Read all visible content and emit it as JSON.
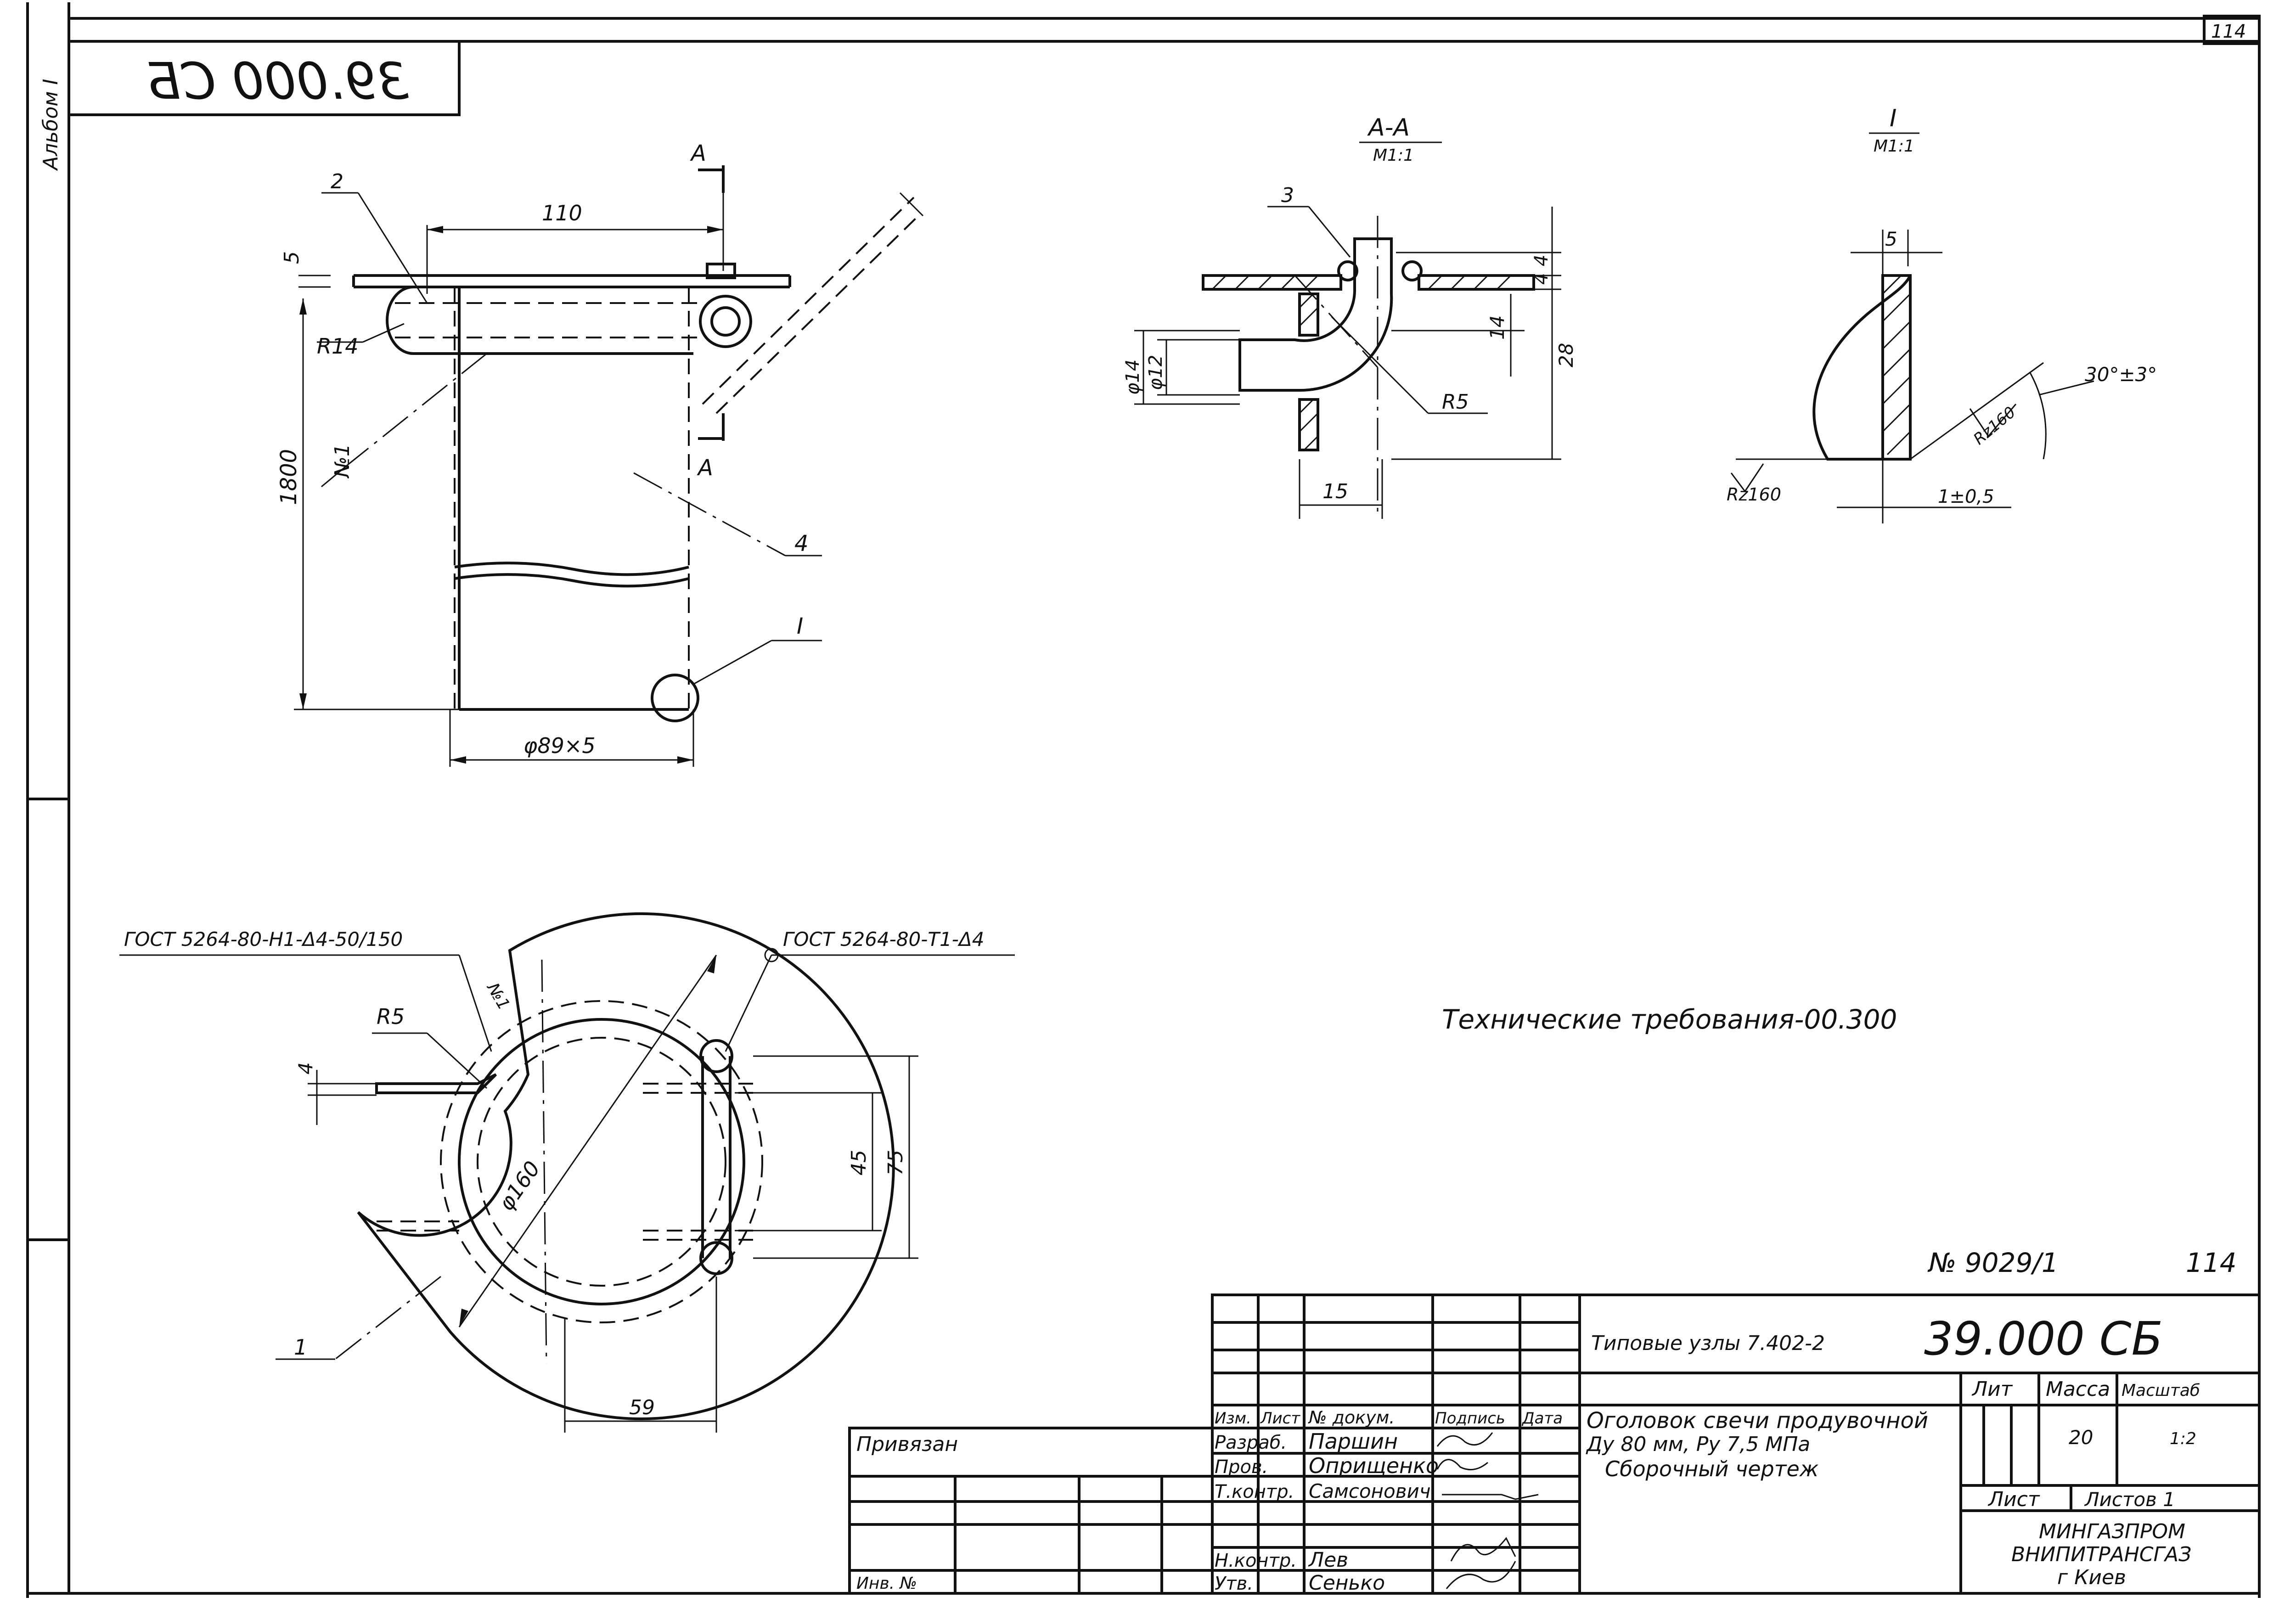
{
  "frame": {
    "sheet_number": "114",
    "album_label": "Альбом I",
    "code_rotated": "39.000 СБ"
  },
  "main_view": {
    "dim_top": "110",
    "dim_thickness": "5",
    "dim_radius": "R14",
    "dim_height": "1800",
    "dim_diameter": "φ89×5",
    "section_mark": "А",
    "weld_label": "№1",
    "callouts": [
      "2",
      "4",
      "I"
    ]
  },
  "section_aa": {
    "title": "А-А",
    "scale": "М1:1",
    "callout": "3",
    "dim_d1": "φ14",
    "dim_d2": "φ12",
    "dim_4": "4",
    "dim_14": "14",
    "dim_28": "28",
    "dim_r5": "R5",
    "dim_15": "15"
  },
  "detail_i": {
    "title": "I",
    "scale": "М1:1",
    "dim_5": "5",
    "angle": "30°±3°",
    "rough1": "Rz160",
    "rough2": "Rz160",
    "gap": "1±0,5"
  },
  "plan_view": {
    "weld_note_left": "ГОСТ 5264-80-Н1-Δ4-50/150",
    "weld_note_right": "ГОСТ 5264-80-Т1-Δ4",
    "weld_tag": "№1",
    "dim_r5": "R5",
    "dim_4": "4",
    "dim_d160": "φ160",
    "dim_45": "45",
    "dim_75": "75",
    "dim_59": "59",
    "callout_1": "1"
  },
  "tech_requirements": "Технические требования-00.300",
  "archive_no": "№ 9029/1",
  "sheet_num_handwritten": "114",
  "title_block": {
    "series": "Типовые узлы 7.402-2",
    "code": "39.000 СБ",
    "name_line1": "Оголовок свечи продувочной",
    "name_line2": "Ду 80 мм, Ру 7,5 МПа",
    "name_line3": "Сборочный чертеж",
    "col_headers": [
      "Изм.",
      "Лист",
      "№ докум.",
      "Подпись",
      "Дата"
    ],
    "roles": [
      "Разраб.",
      "Пров.",
      "Т.контр.",
      "Н.контр.",
      "Утв."
    ],
    "names": [
      "Паршин",
      "Оприщенко",
      "Самсонович",
      "Лев",
      "Сенько"
    ],
    "lit_label": "Лит",
    "mass_label": "Масса",
    "scale_label": "Масштаб",
    "mass_value": "20",
    "scale_value": "1:2",
    "sheet_label": "Лист",
    "sheets_label": "Листов 1",
    "org_line1": "МИНГАЗПРОМ",
    "org_line2": "ВНИПИТРАНСГАЗ",
    "org_line3": "г Киев",
    "privyazan": "Привязан",
    "inv_no": "Инв. №"
  }
}
